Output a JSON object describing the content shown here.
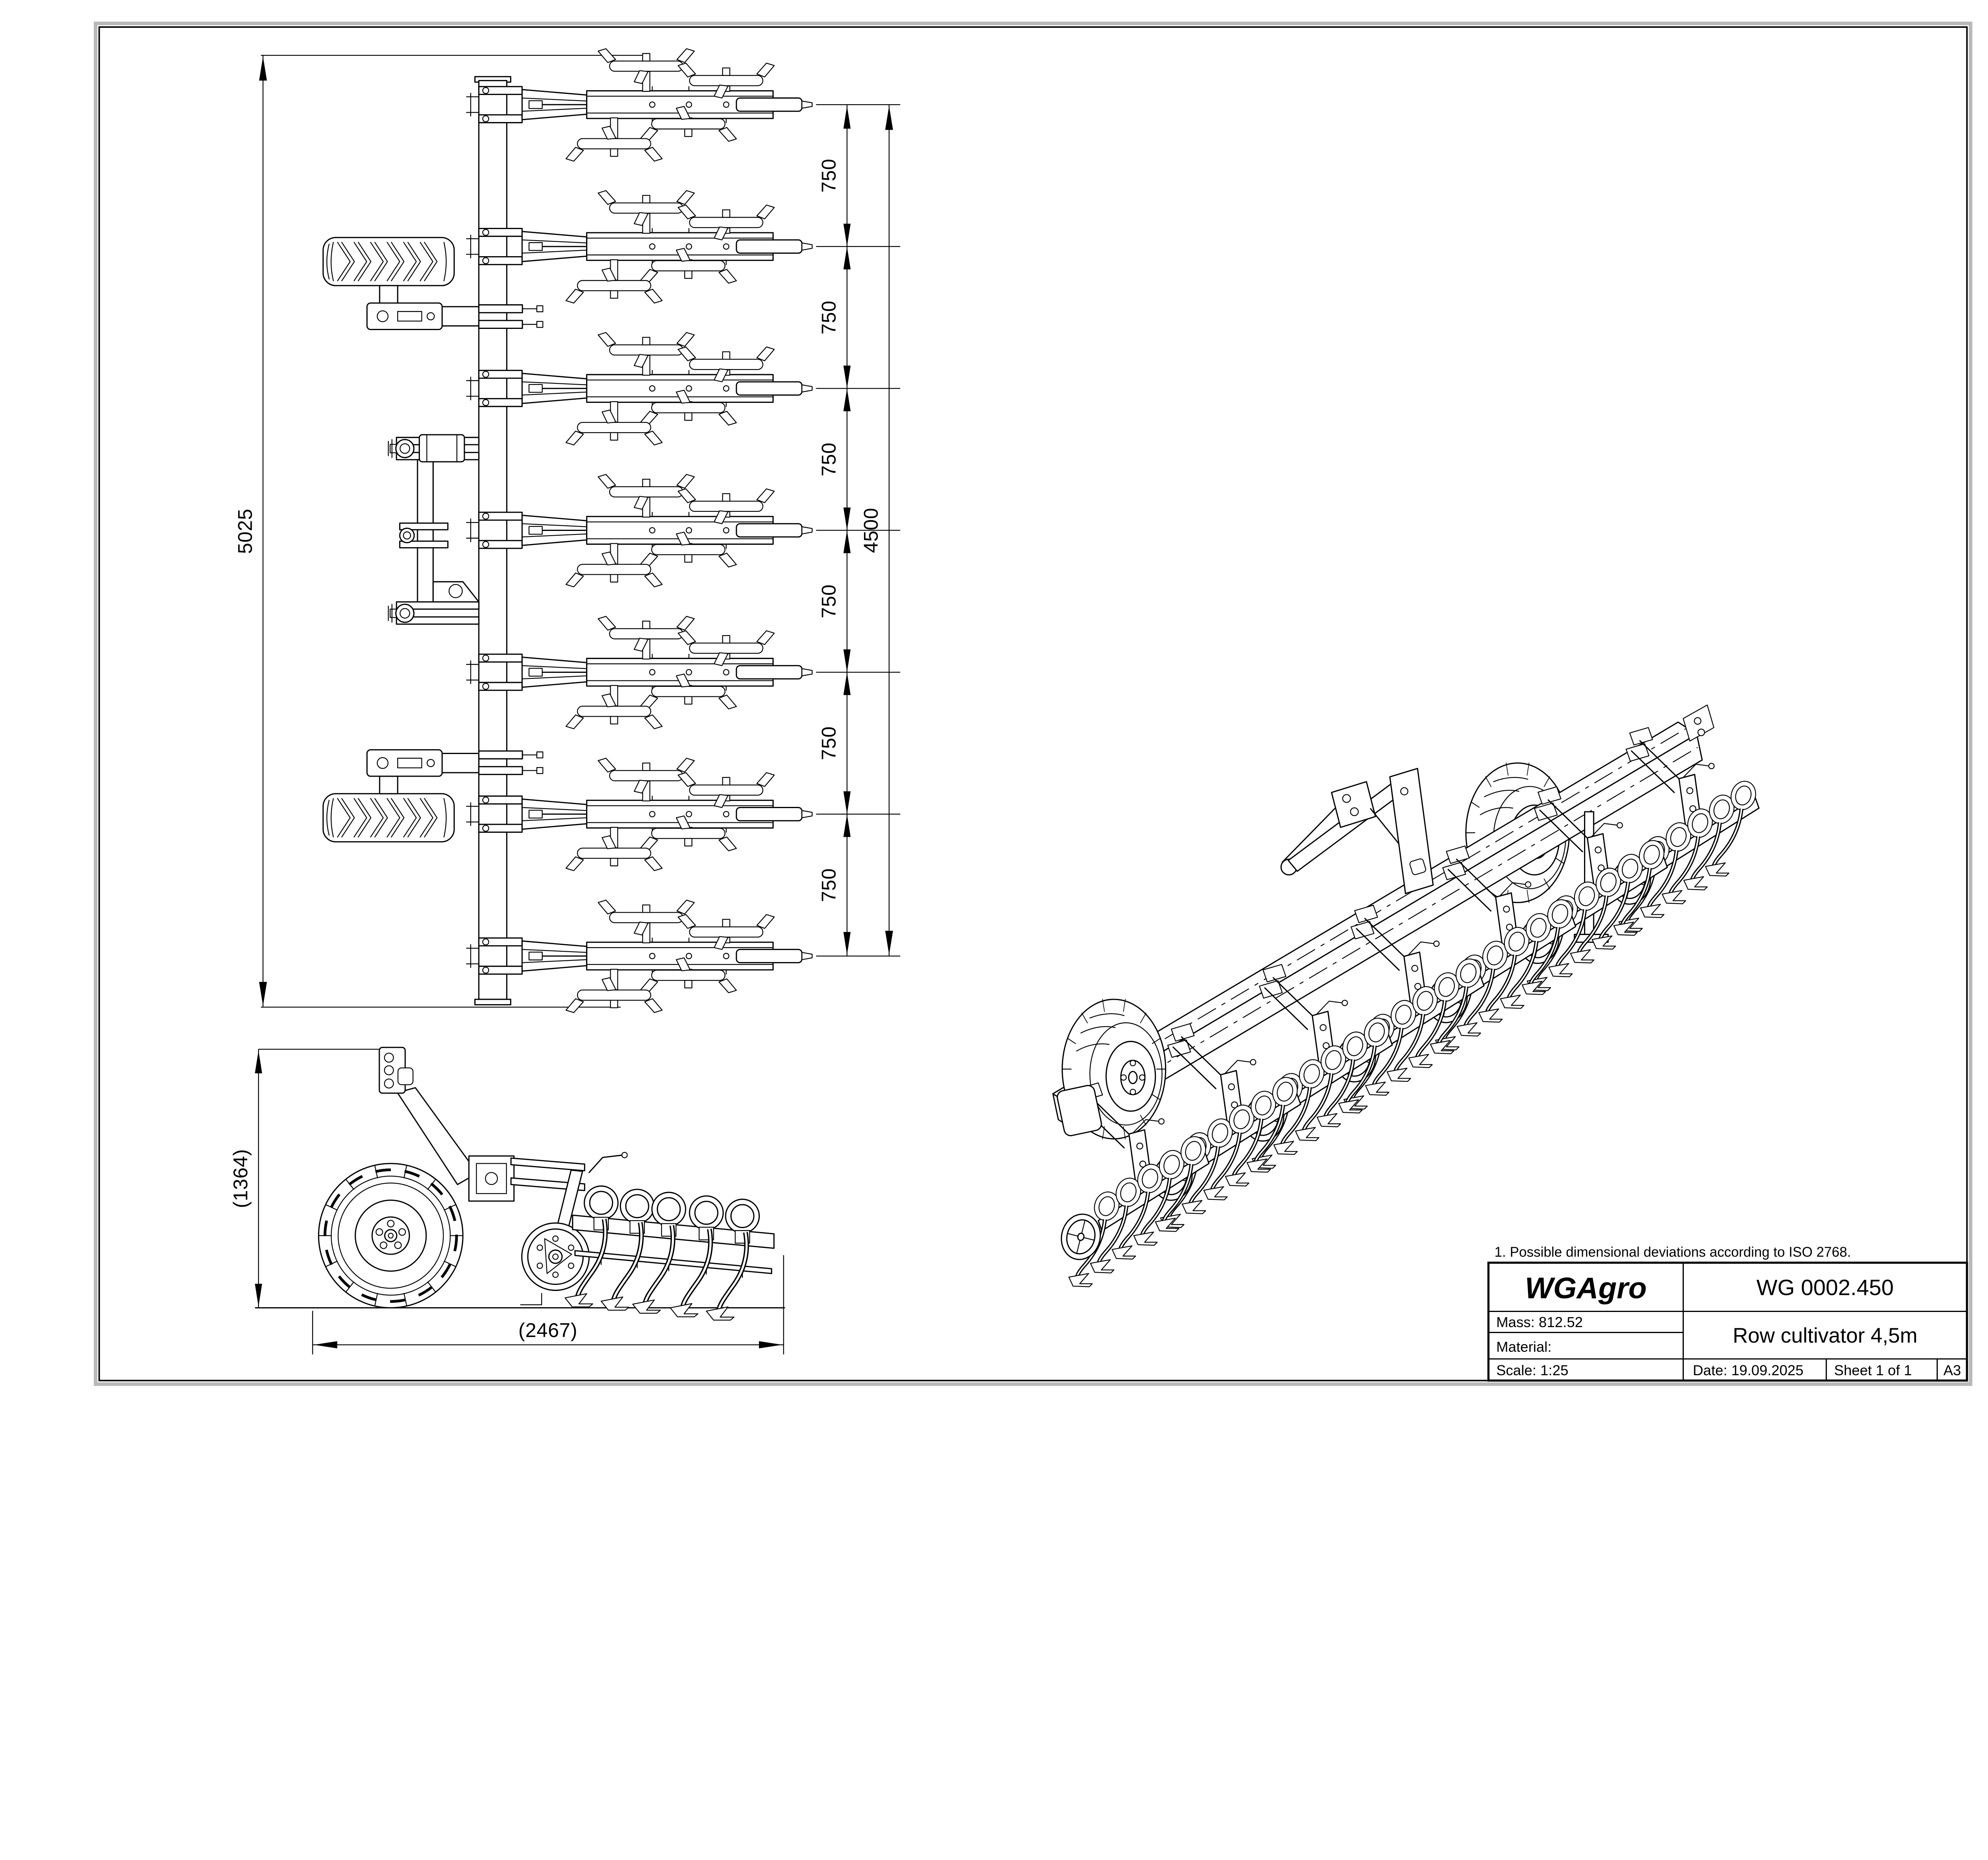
{
  "sheet": {
    "note": "1. Possible dimensional deviations according to ISO 2768.",
    "format": "A3",
    "colors": {
      "line": "#000000",
      "sheet_edge": "#b9b9b9",
      "background": "#ffffff"
    }
  },
  "title_block": {
    "company": "WGAgro",
    "drawing_number": "WG 0002.450",
    "mass": "Mass: 812.52",
    "material": "Material:",
    "scale": "Scale: 1:25",
    "title": "Row cultivator 4,5m",
    "date": "Date: 19.09.2025",
    "sheet": "Sheet 1 of 1",
    "format": "A3"
  },
  "views": {
    "top": {
      "dim_overall": "5025",
      "dim_span": "4500",
      "dim_row_spacing": [
        "750",
        "750",
        "750",
        "750",
        "750",
        "750"
      ]
    },
    "side": {
      "dim_height": "(1364)",
      "dim_length": "(2467)"
    }
  }
}
